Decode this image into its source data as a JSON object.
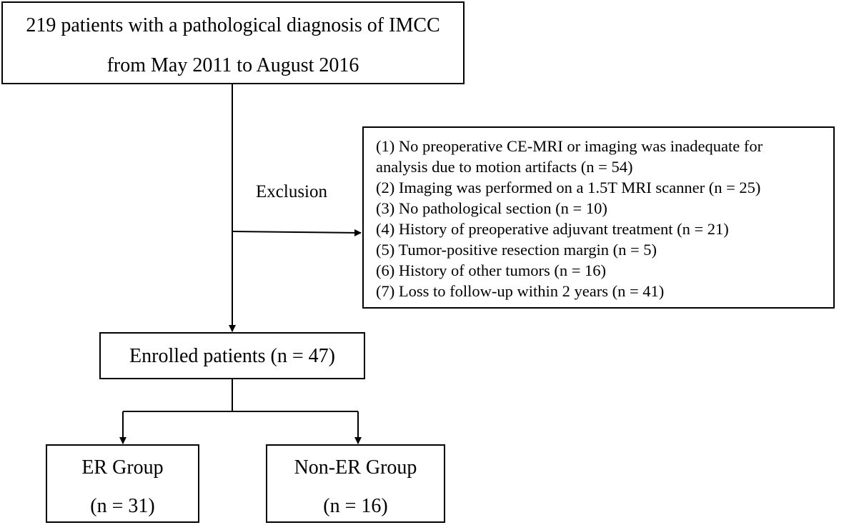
{
  "top_box": {
    "line1": "219 patients with a pathological diagnosis of IMCC",
    "line2": "from May 2011 to August 2016"
  },
  "exclusion_label": "Exclusion",
  "exclusion_box": {
    "items": [
      "(1) No preoperative CE-MRI or imaging was inadequate for",
      "analysis due to motion artifacts (n = 54)",
      "(2) Imaging was performed on a 1.5T MRI scanner (n = 25)",
      "(3) No pathological section (n = 10)",
      "(4) History of preoperative adjuvant treatment (n = 21)",
      "(5) Tumor-positive resection margin (n = 5)",
      "(6) History of other tumors (n = 16)",
      "(7) Loss to follow-up within 2 years (n = 41)"
    ]
  },
  "enrolled_box": {
    "label": "Enrolled patients (n = 47)"
  },
  "er_group": {
    "title": "ER Group",
    "count": "(n = 31)"
  },
  "non_er_group": {
    "title": "Non-ER Group",
    "count": "(n = 16)"
  },
  "colors": {
    "stroke": "#000000",
    "background": "#ffffff"
  }
}
